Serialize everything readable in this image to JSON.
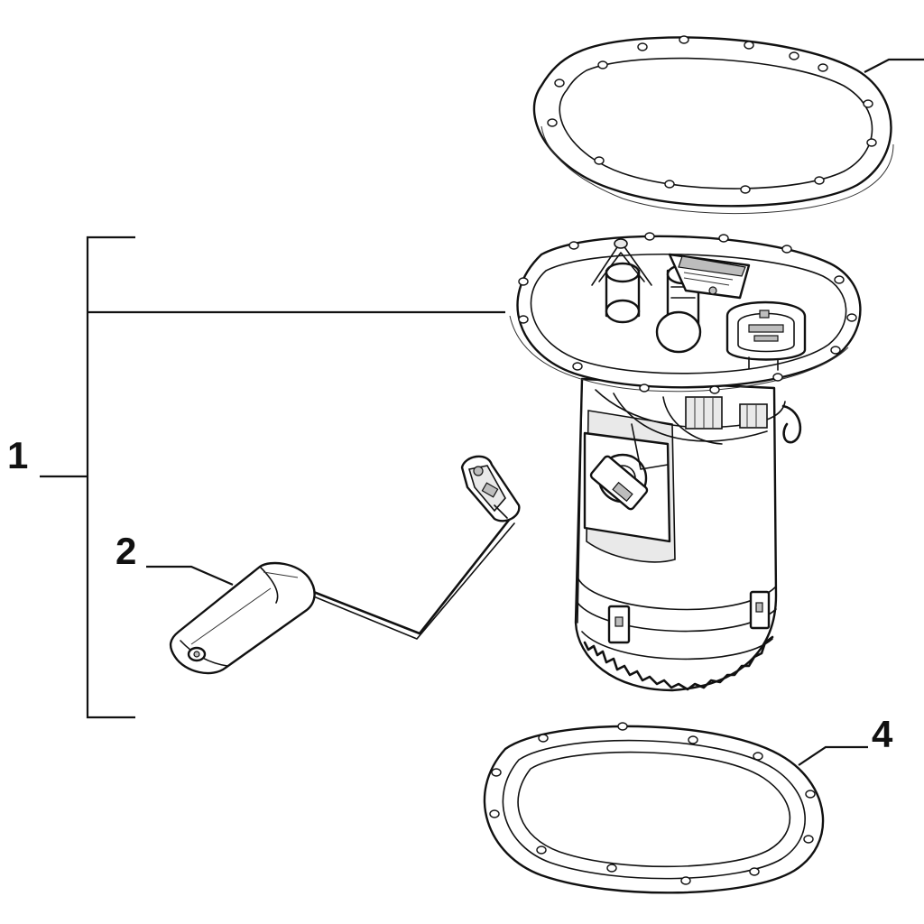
{
  "diagram": {
    "callouts": [
      {
        "id": "callout-1",
        "label": "1"
      },
      {
        "id": "callout-2",
        "label": "2"
      },
      {
        "id": "callout-4",
        "label": "4"
      }
    ]
  }
}
